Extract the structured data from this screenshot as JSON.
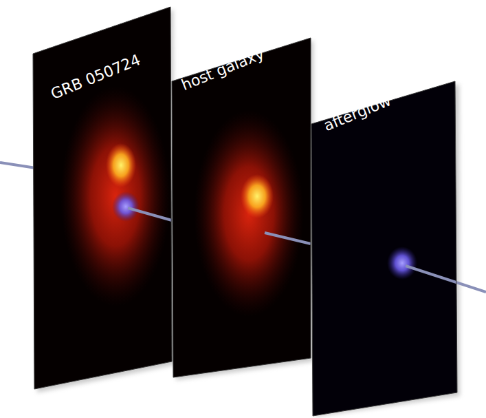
{
  "diagram": {
    "nodes": [
      {
        "text": [
          "GRB 050724"
        ]
      },
      {
        "text": [
          "host galaxy"
        ]
      },
      {
        "text": [
          "afterglow"
        ]
      }
    ]
  }
}
